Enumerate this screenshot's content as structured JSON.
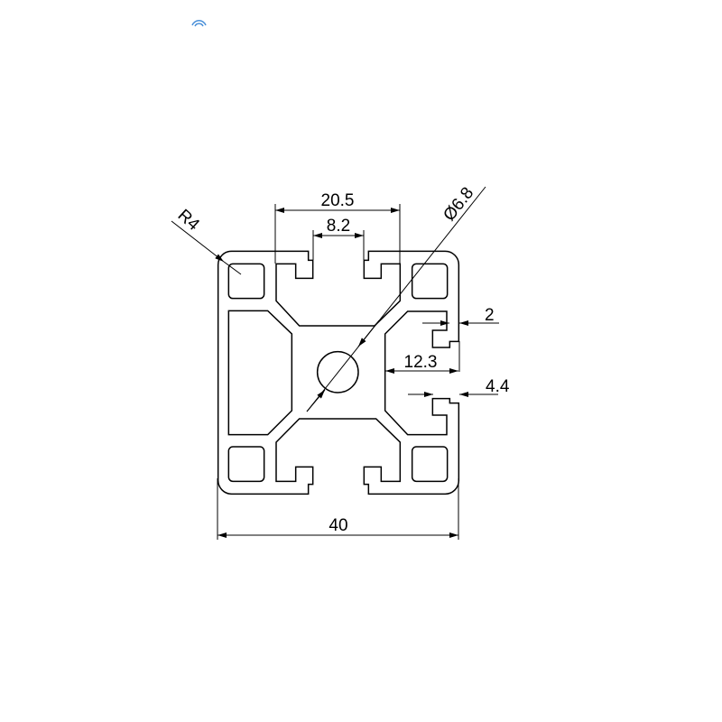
{
  "drawing": {
    "title": "40x40 aluminium extrusion profile cross-section",
    "dimensions": {
      "width_overall": "40",
      "slot_outer": "20.5",
      "slot_opening": "8.2",
      "bore_diameter": "Ø6.8",
      "corner_radius": "R4",
      "wall_thickness": "2",
      "slot_depth": "12.3",
      "lip_thickness": "4.4"
    },
    "colors": {
      "line": "#000000",
      "icon": "#4a90d9"
    },
    "icon": "wifi-arc-icon"
  }
}
